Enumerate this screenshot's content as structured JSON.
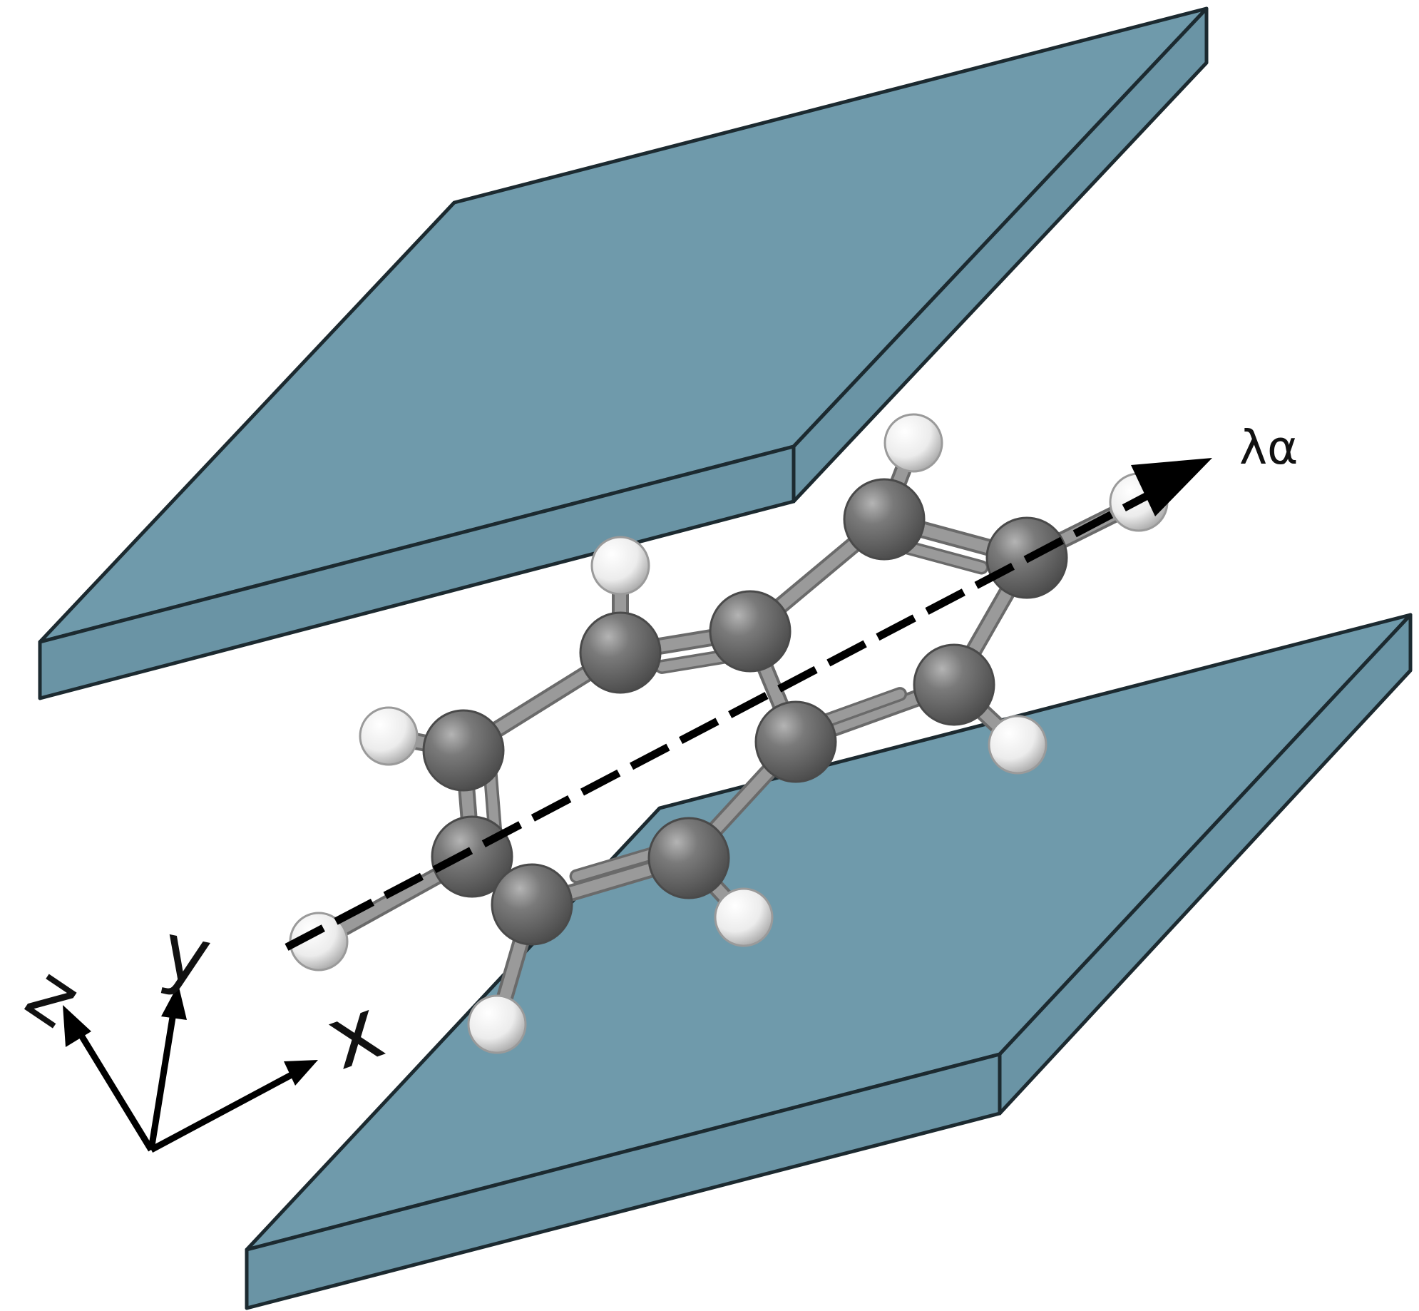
{
  "labels": {
    "lambda": "λα",
    "axis_x": "x",
    "axis_y": "y",
    "axis_z": "z"
  },
  "colors": {
    "plate_top": "#6f9aab",
    "plate_side": "#6a94a5",
    "plate_edge": "#1c2a30",
    "carbon": "#6e6e6e",
    "hydrogen": "#f2f2f2",
    "bond": "#8a8a8a",
    "arrow": "#000000"
  },
  "molecule": {
    "name": "naphthalene",
    "carbon_count": 10,
    "hydrogen_count": 8
  }
}
